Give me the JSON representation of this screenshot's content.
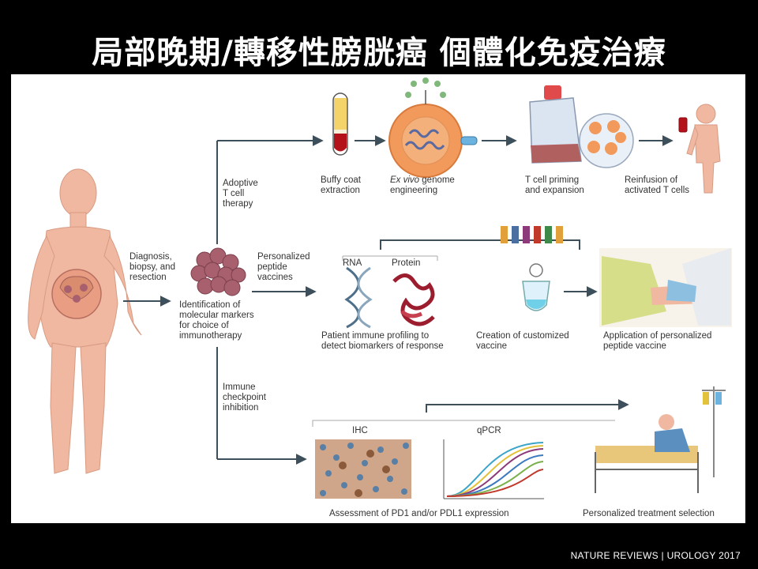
{
  "title": "局部晚期/轉移性膀胱癌 個體化免疫治療",
  "credit": "NATURE REVIEWS | UROLOGY 2017",
  "labels": {
    "diagnosis": "Diagnosis,\nbiopsy, and\nresection",
    "identification": "Identification of\nmolecular markers\nfor choice of\nimmunotherapy",
    "adoptive": "Adoptive\nT cell\ntherapy",
    "peptide": "Personalized\npeptide\nvaccines",
    "checkpoint": "Immune\ncheckpoint\ninhibition",
    "buffy": "Buffy coat\nextraction",
    "exvivo_italic": "Ex vivo",
    "exvivo_rest": " genome\nengineering",
    "priming": "T cell priming\nand expansion",
    "reinfusion": "Reinfusion of\nactivated T cells",
    "rna": "RNA",
    "protein": "Protein",
    "profiling": "Patient immune profiling to\ndetect biomarkers of response",
    "creation": "Creation of customized\nvaccine",
    "application": "Application of personalized\npeptide vaccine",
    "ihc": "IHC",
    "qpcr": "qPCR",
    "assessment": "Assessment of PD1 and/or PDL1 expression",
    "selection": "Personalized treatment selection"
  },
  "colors": {
    "arrow": "#3d4f5a",
    "body": "#f0b8a0",
    "tumor": "#a8606e",
    "cell": "#f19a5b",
    "blood": "#b3121a"
  },
  "icons": [
    "human-body-icon",
    "tumor-cluster-icon",
    "blood-tube-icon",
    "cell-icon",
    "culture-flask-icon",
    "patient-icon",
    "dna-helix-icon",
    "protein-icon",
    "vaccine-tube-icon",
    "injection-scene-icon",
    "ihc-stain-icon",
    "qpcr-curves-icon",
    "hospital-bed-icon"
  ]
}
